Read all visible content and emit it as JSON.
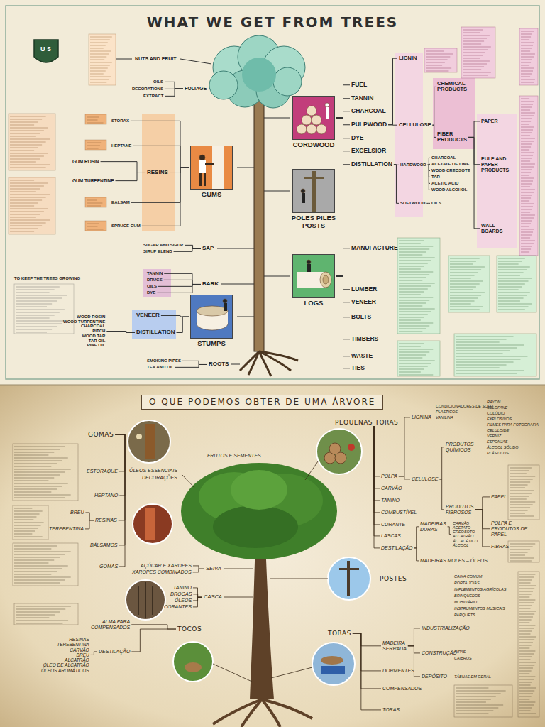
{
  "diagram": {
    "title": "WHAT WE GET FROM TREES",
    "nodes": [
      {
        "text": [
          "NUTS AND FRUIT"
        ]
      },
      {
        "text": [
          "OILS"
        ]
      },
      {
        "text": [
          "DECORATIONS"
        ]
      },
      {
        "text": [
          "EXTRACT"
        ]
      },
      {
        "text": [
          "FOLIAGE"
        ]
      },
      {
        "text": [
          "STORAX"
        ]
      },
      {
        "text": [
          "HEPTANE"
        ]
      },
      {
        "text": [
          "GUM ROSIN"
        ]
      },
      {
        "text": [
          "GUM TURPENTINE"
        ]
      },
      {
        "text": [
          "RESINS"
        ]
      },
      {
        "text": [
          "BALSAM"
        ]
      },
      {
        "text": [
          "SPRUCE GUM"
        ]
      },
      {
        "text": [
          "GUMS"
        ]
      },
      {
        "text": [
          "SUGAR AND SIRUP"
        ]
      },
      {
        "text": [
          "SIRUP BLEND"
        ]
      },
      {
        "text": [
          "SAP"
        ]
      },
      {
        "text": [
          "TANNIN"
        ]
      },
      {
        "text": [
          "DRUGS"
        ]
      },
      {
        "text": [
          "OILS"
        ]
      },
      {
        "text": [
          "DYE"
        ]
      },
      {
        "text": [
          "BARK"
        ]
      },
      {
        "text": [
          "VENEER"
        ]
      },
      {
        "text": [
          "DISTILLATION"
        ]
      },
      {
        "text": [
          "STUMPS"
        ]
      },
      {
        "text": [
          "SMOKING PIPES"
        ]
      },
      {
        "text": [
          "TEA AND OIL"
        ]
      },
      {
        "text": [
          "ROOTS"
        ]
      },
      {
        "text": [
          "CORDWOOD"
        ]
      },
      {
        "text": [
          "FUEL"
        ]
      },
      {
        "text": [
          "TANNIN"
        ]
      },
      {
        "text": [
          "CHARCOAL"
        ]
      },
      {
        "text": [
          "PULPWOOD"
        ]
      },
      {
        "text": [
          "DYE"
        ]
      },
      {
        "text": [
          "EXCELSIOR"
        ]
      },
      {
        "text": [
          "DISTILLATION"
        ]
      },
      {
        "text": [
          "LIGNIN"
        ]
      },
      {
        "text": [
          "CELLULOSE"
        ]
      },
      {
        "text": [
          "CHEMICAL PRODUCTS"
        ]
      },
      {
        "text": [
          "FIBER PRODUCTS"
        ]
      },
      {
        "text": [
          "HARDWOOD"
        ]
      },
      {
        "text": [
          "CHARCOAL"
        ]
      },
      {
        "text": [
          "ACETATE OF LIME"
        ]
      },
      {
        "text": [
          "WOOD CREOSOTE"
        ]
      },
      {
        "text": [
          "TAR"
        ]
      },
      {
        "text": [
          "ACETIC ACID"
        ]
      },
      {
        "text": [
          "WOOD ALCOHOL"
        ]
      },
      {
        "text": [
          "SOFTWOOD"
        ]
      },
      {
        "text": [
          "OILS"
        ]
      },
      {
        "text": [
          "PAPER"
        ]
      },
      {
        "text": [
          "PULP AND PAPER PRODUCTS"
        ]
      },
      {
        "text": [
          "WALL BOARDS"
        ]
      },
      {
        "text": [
          "POLES PILES POSTS"
        ]
      },
      {
        "text": [
          "LOGS"
        ]
      },
      {
        "text": [
          "MANUFACTURE"
        ]
      },
      {
        "text": [
          "LUMBER"
        ]
      },
      {
        "text": [
          "VENEER"
        ]
      },
      {
        "text": [
          "BOLTS"
        ]
      },
      {
        "text": [
          "TIMBERS"
        ]
      },
      {
        "text": [
          "WASTE"
        ]
      },
      {
        "text": [
          "TIES"
        ]
      },
      {
        "text": [
          "WOOD ROSIN",
          "WOOD TURPENTINE",
          "CHARCOAL",
          "PITCH",
          "WOOD TAR",
          "TAR OIL",
          "PINE OIL"
        ]
      },
      {
        "text": [
          "O QUE PODEMOS OBTER DE UMA ÁRVORE"
        ]
      },
      {
        "text": [
          "GOMAS"
        ]
      },
      {
        "text": [
          "ESTORAQUE"
        ]
      },
      {
        "text": [
          "HEPTANO"
        ]
      },
      {
        "text": [
          "BREU"
        ]
      },
      {
        "text": [
          "TEREBENTINA"
        ]
      },
      {
        "text": [
          "RESINAS"
        ]
      },
      {
        "text": [
          "BÁLSAMOS"
        ]
      },
      {
        "text": [
          "GOMAS"
        ]
      },
      {
        "text": [
          "ÓLEOS ESSENCIAIS"
        ]
      },
      {
        "text": [
          "DECORAÇÕES"
        ]
      },
      {
        "text": [
          "FRUTOS E SEMENTES"
        ]
      },
      {
        "text": [
          "AÇÚCAR E XAROPES"
        ]
      },
      {
        "text": [
          "XAROPES COMBINADOS"
        ]
      },
      {
        "text": [
          "SEIVA"
        ]
      },
      {
        "text": [
          "TANINO"
        ]
      },
      {
        "text": [
          "DROGAS"
        ]
      },
      {
        "text": [
          "ÓLEOS"
        ]
      },
      {
        "text": [
          "CORANTES"
        ]
      },
      {
        "text": [
          "CASCA"
        ]
      },
      {
        "text": [
          "ALMA PARA COMPENSADOS"
        ]
      },
      {
        "text": [
          "DESTILAÇÃO"
        ]
      },
      {
        "text": [
          "RESINAS",
          "TEREBENTINA",
          "CARVÃO",
          "BREU",
          "ALCATRÃO",
          "ÓLEO DE ALCATRÃO",
          "ÓLEOS AROMÁTICOS"
        ]
      },
      {
        "text": [
          "TOCOS"
        ]
      },
      {
        "text": [
          "PEQUENAS TORAS"
        ]
      },
      {
        "text": [
          "POLPA"
        ]
      },
      {
        "text": [
          "CARVÃO"
        ]
      },
      {
        "text": [
          "TANINO"
        ]
      },
      {
        "text": [
          "COMBUSTÍVEL"
        ]
      },
      {
        "text": [
          "CORANTE"
        ]
      },
      {
        "text": [
          "LASCAS"
        ]
      },
      {
        "text": [
          "DESTILAÇÃO"
        ]
      },
      {
        "text": [
          "LIGNINA"
        ]
      },
      {
        "text": [
          "CELULOSE"
        ]
      },
      {
        "text": [
          "PRODUTOS QUÍMICOS"
        ]
      },
      {
        "text": [
          "PRODUTOS FIBROSOS"
        ]
      },
      {
        "text": [
          "PAPEL"
        ]
      },
      {
        "text": [
          "POLPA E PRODUTOS DE PAPEL"
        ]
      },
      {
        "text": [
          "FIBRAS"
        ]
      },
      {
        "text": [
          "MADEIRAS DURAS"
        ]
      },
      {
        "text": [
          "CARVÃO",
          "ACETATO",
          "CREOSOTO",
          "ALCATRÃO",
          "ÁC. ACÉTICO",
          "ÁLCOOL"
        ]
      },
      {
        "text": [
          "MADEIRAS MOLES – ÓLEOS"
        ]
      },
      {
        "text": [
          "POSTES"
        ]
      },
      {
        "text": [
          "TORAS"
        ]
      },
      {
        "text": [
          "MADEIRA SERRADA"
        ]
      },
      {
        "text": [
          "DORMENTES"
        ]
      },
      {
        "text": [
          "COMPENSADOS"
        ]
      },
      {
        "text": [
          "TORAS"
        ]
      },
      {
        "text": [
          "INDUSTRIALIZAÇÃO"
        ]
      },
      {
        "text": [
          "CONSTRUÇÃO"
        ]
      },
      {
        "text": [
          "DEPÓSITO"
        ]
      }
    ],
    "edges": [
      {
        "from": 1,
        "to": 4,
        "arrow": "none"
      },
      {
        "from": 2,
        "to": 4,
        "arrow": "none"
      },
      {
        "from": 3,
        "to": 4,
        "arrow": "none"
      },
      {
        "from": 5,
        "to": 12,
        "arrow": "none"
      },
      {
        "from": 6,
        "to": 12,
        "arrow": "none"
      },
      {
        "from": 9,
        "to": 12,
        "arrow": "none"
      },
      {
        "from": 10,
        "to": 12,
        "arrow": "none"
      },
      {
        "from": 11,
        "to": 12,
        "arrow": "none"
      },
      {
        "from": 7,
        "to": 9,
        "arrow": "none"
      },
      {
        "from": 8,
        "to": 9,
        "arrow": "none"
      },
      {
        "from": 13,
        "to": 15,
        "arrow": "none"
      },
      {
        "from": 14,
        "to": 15,
        "arrow": "none"
      },
      {
        "from": 16,
        "to": 20,
        "arrow": "none"
      },
      {
        "from": 17,
        "to": 20,
        "arrow": "none"
      },
      {
        "from": 18,
        "to": 20,
        "arrow": "none"
      },
      {
        "from": 19,
        "to": 20,
        "arrow": "none"
      },
      {
        "from": 60,
        "to": 22,
        "arrow": "none"
      },
      {
        "from": 21,
        "to": 23,
        "arrow": "none"
      },
      {
        "from": 22,
        "to": 23,
        "arrow": "none"
      },
      {
        "from": 24,
        "to": 26,
        "arrow": "none"
      },
      {
        "from": 25,
        "to": 26,
        "arrow": "none"
      },
      {
        "from": 27,
        "to": 28,
        "arrow": "none"
      },
      {
        "from": 27,
        "to": 29,
        "arrow": "none"
      },
      {
        "from": 27,
        "to": 30,
        "arrow": "none"
      },
      {
        "from": 27,
        "to": 31,
        "arrow": "none"
      },
      {
        "from": 27,
        "to": 32,
        "arrow": "none"
      },
      {
        "from": 27,
        "to": 33,
        "arrow": "none"
      },
      {
        "from": 27,
        "to": 34,
        "arrow": "none"
      },
      {
        "from": 31,
        "to": 35,
        "arrow": "none"
      },
      {
        "from": 31,
        "to": 36,
        "arrow": "none"
      },
      {
        "from": 36,
        "to": 37,
        "arrow": "none"
      },
      {
        "from": 36,
        "to": 38,
        "arrow": "none"
      },
      {
        "from": 34,
        "to": 39,
        "arrow": "none"
      },
      {
        "from": 34,
        "to": 46,
        "arrow": "none"
      },
      {
        "from": 39,
        "to": 40,
        "arrow": "none"
      },
      {
        "from": 39,
        "to": 41,
        "arrow": "none"
      },
      {
        "from": 39,
        "to": 42,
        "arrow": "none"
      },
      {
        "from": 39,
        "to": 43,
        "arrow": "none"
      },
      {
        "from": 39,
        "to": 44,
        "arrow": "none"
      },
      {
        "from": 39,
        "to": 45,
        "arrow": "none"
      },
      {
        "from": 46,
        "to": 47,
        "arrow": "none"
      },
      {
        "from": 38,
        "to": 48,
        "arrow": "none"
      },
      {
        "from": 38,
        "to": 49,
        "arrow": "none"
      },
      {
        "from": 38,
        "to": 50,
        "arrow": "none"
      },
      {
        "from": 52,
        "to": 53,
        "arrow": "none"
      },
      {
        "from": 52,
        "to": 54,
        "arrow": "none"
      },
      {
        "from": 52,
        "to": 55,
        "arrow": "none"
      },
      {
        "from": 52,
        "to": 56,
        "arrow": "none"
      },
      {
        "from": 52,
        "to": 57,
        "arrow": "none"
      },
      {
        "from": 52,
        "to": 58,
        "arrow": "none"
      },
      {
        "from": 52,
        "to": 59,
        "arrow": "none"
      },
      {
        "from": 63,
        "to": 62,
        "arrow": "none"
      },
      {
        "from": 64,
        "to": 62,
        "arrow": "none"
      },
      {
        "from": 67,
        "to": 62,
        "arrow": "none"
      },
      {
        "from": 68,
        "to": 62,
        "arrow": "none"
      },
      {
        "from": 69,
        "to": 62,
        "arrow": "none"
      },
      {
        "from": 65,
        "to": 67,
        "arrow": "none"
      },
      {
        "from": 66,
        "to": 67,
        "arrow": "none"
      },
      {
        "from": 73,
        "to": 75,
        "arrow": "none"
      },
      {
        "from": 74,
        "to": 75,
        "arrow": "none"
      },
      {
        "from": 76,
        "to": 80,
        "arrow": "none"
      },
      {
        "from": 77,
        "to": 80,
        "arrow": "none"
      },
      {
        "from": 78,
        "to": 80,
        "arrow": "none"
      },
      {
        "from": 79,
        "to": 80,
        "arrow": "none"
      },
      {
        "from": 81,
        "to": 84,
        "arrow": "none"
      },
      {
        "from": 82,
        "to": 84,
        "arrow": "none"
      },
      {
        "from": 83,
        "to": 82,
        "arrow": "none"
      },
      {
        "from": 85,
        "to": 86,
        "arrow": "none"
      },
      {
        "from": 85,
        "to": 87,
        "arrow": "none"
      },
      {
        "from": 85,
        "to": 88,
        "arrow": "none"
      },
      {
        "from": 85,
        "to": 89,
        "arrow": "none"
      },
      {
        "from": 85,
        "to": 90,
        "arrow": "none"
      },
      {
        "from": 85,
        "to": 91,
        "arrow": "none"
      },
      {
        "from": 85,
        "to": 92,
        "arrow": "none"
      },
      {
        "from": 86,
        "to": 93,
        "arrow": "none"
      },
      {
        "from": 86,
        "to": 94,
        "arrow": "none"
      },
      {
        "from": 94,
        "to": 95,
        "arrow": "none"
      },
      {
        "from": 94,
        "to": 96,
        "arrow": "none"
      },
      {
        "from": 96,
        "to": 97,
        "arrow": "none"
      },
      {
        "from": 96,
        "to": 98,
        "arrow": "none"
      },
      {
        "from": 96,
        "to": 99,
        "arrow": "none"
      },
      {
        "from": 92,
        "to": 100,
        "arrow": "none"
      },
      {
        "from": 92,
        "to": 102,
        "arrow": "none"
      },
      {
        "from": 100,
        "to": 101,
        "arrow": "none"
      },
      {
        "from": 104,
        "to": 105,
        "arrow": "none"
      },
      {
        "from": 104,
        "to": 106,
        "arrow": "none"
      },
      {
        "from": 104,
        "to": 107,
        "arrow": "none"
      },
      {
        "from": 104,
        "to": 108,
        "arrow": "none"
      },
      {
        "from": 105,
        "to": 109,
        "arrow": "none"
      },
      {
        "from": 105,
        "to": 110,
        "arrow": "none"
      },
      {
        "from": 105,
        "to": 111,
        "arrow": "none"
      }
    ],
    "labels": [
      "TO KEEP THE TREES GROWING",
      "CONDICIONADORES DE SOLO",
      "PLÁSTICOS",
      "VANILINA",
      "RAYON",
      "CELOFANE",
      "COLÓDIO",
      "EXPLOSIVOS",
      "FILMES PARA FOTOGRAFIA",
      "CELULOIDE",
      "VERNIZ",
      "ESPONJAS",
      "ÁLCOOL SÓLIDO",
      "PLÁSTICOS",
      "CAIXA COMUM",
      "PORTA JOIAS",
      "IMPLEMENTOS AGRÍCOLAS",
      "BRINQUEDOS",
      "MOBILIÁRIO",
      "INSTRUMENTOS MUSICAIS",
      "PARQUETS",
      "RIPAS",
      "CAIBROS",
      "TÁBUAS EM GERAL",
      "U S"
    ]
  }
}
